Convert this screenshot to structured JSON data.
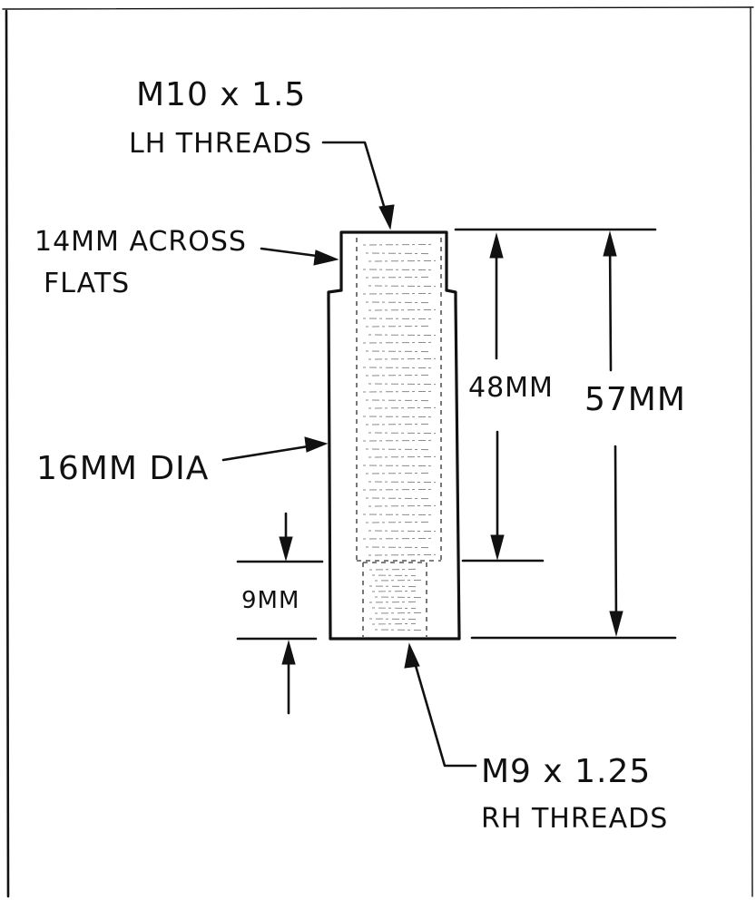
{
  "callouts": {
    "top_thread_spec": "M10 x 1.5",
    "top_thread_type": "LH THREADS",
    "flats_size": "14MM ACROSS",
    "flats_word": "FLATS",
    "diameter": "16MM DIA",
    "bottom_thread_spec": "M9 x 1.25",
    "bottom_thread_type": "RH THREADS"
  },
  "dimensions": {
    "upper_bore_depth": "48MM",
    "overall_length": "57MM",
    "lower_bore_depth": "9MM"
  },
  "colors": {
    "ink": "#111111",
    "paper": "#ffffff"
  }
}
